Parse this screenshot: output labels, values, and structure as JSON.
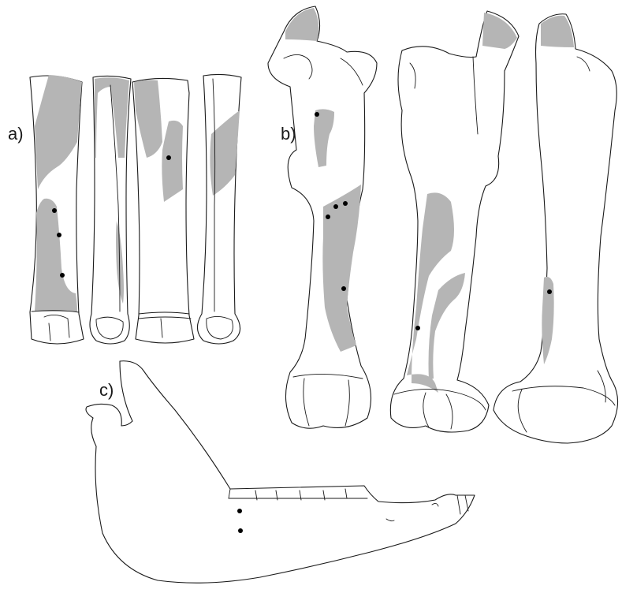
{
  "figure": {
    "panels": [
      {
        "id": "a",
        "label": "a)"
      },
      {
        "id": "b",
        "label": "b)"
      },
      {
        "id": "c",
        "label": "c)"
      }
    ]
  },
  "colors": {
    "background": "#ffffff",
    "outline": "#1a1a1a",
    "damage_shading": "#b5b5b5",
    "marks": "#000000"
  }
}
